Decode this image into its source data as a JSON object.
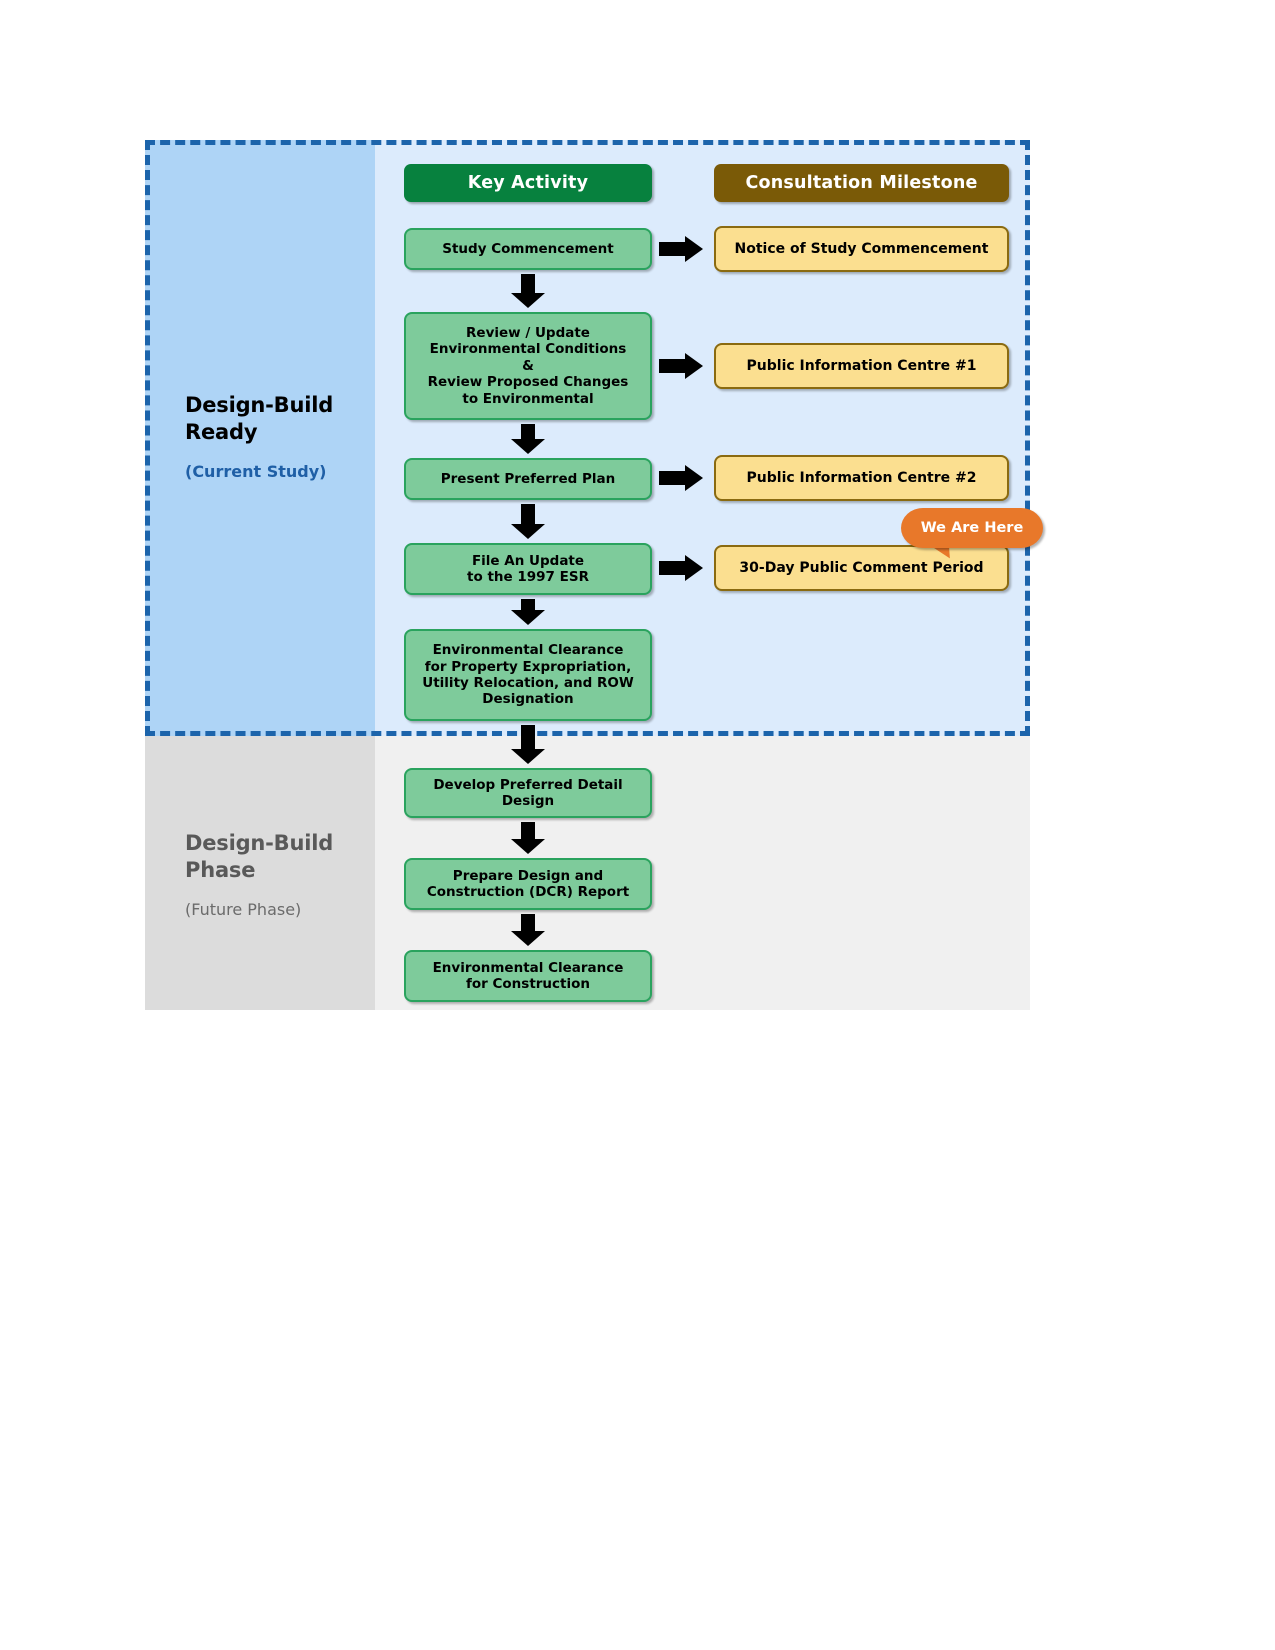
{
  "diagram": {
    "columns": {
      "activity_header": "Key Activity",
      "milestone_header": "Consultation Milestone"
    },
    "phases": [
      {
        "title": "Design-Build\nReady",
        "title_line1": "Design-Build",
        "title_line2": "Ready",
        "subtitle": "(Current Study)",
        "status": "current",
        "outline": "dashed-blue",
        "fill_left": "#aed4f6",
        "fill_right": "#dcebfc"
      },
      {
        "title_line1": "Design-Build",
        "title_line2": "Phase",
        "subtitle": "(Future Phase)",
        "status": "future",
        "fill_left": "#dcdcdc",
        "fill_right": "#f0f0f0"
      }
    ],
    "activities": [
      {
        "id": "study-commencement",
        "text": "Study Commencement"
      },
      {
        "id": "review-update-environmental",
        "text": "Review / Update\nEnvironmental Conditions\n&\nReview Proposed Changes\nto Environmental"
      },
      {
        "id": "present-preferred-plan",
        "text": "Present Preferred Plan"
      },
      {
        "id": "file-an-update",
        "text": "File An Update\nto the 1997 ESR"
      },
      {
        "id": "environmental-clearance-expropriation",
        "text": "Environmental Clearance\nfor Property Expropriation,\nUtility Relocation, and ROW\nDesignation"
      },
      {
        "id": "develop-preferred-detail-design",
        "text": "Develop Preferred Detail\nDesign"
      },
      {
        "id": "prepare-dcr-report",
        "text": "Prepare Design and\nConstruction (DCR) Report"
      },
      {
        "id": "environmental-clearance-construction",
        "text": "Environmental Clearance\nfor Construction"
      }
    ],
    "milestones": [
      {
        "id": "notice-of-study-commencement",
        "text": "Notice of Study Commencement"
      },
      {
        "id": "public-information-centre-1",
        "text": "Public Information Centre #1"
      },
      {
        "id": "public-information-centre-2",
        "text": "Public Information Centre #2"
      },
      {
        "id": "public-comment-period",
        "text": "30-Day Public Comment Period"
      }
    ],
    "callout": {
      "text": "We Are Here",
      "color": "#e8782a",
      "points_to": "public-comment-period"
    },
    "colors": {
      "activity_header": "#07813e",
      "milestone_header": "#7a5a07",
      "activity_box": "#7ecb9b",
      "activity_border": "#2aa35e",
      "milestone_box": "#fbdf90",
      "milestone_border": "#8a6a10",
      "current_outline": "#1c64ab",
      "callout": "#e8782a"
    }
  }
}
